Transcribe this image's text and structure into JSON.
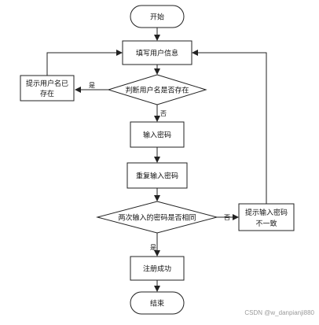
{
  "flowchart": {
    "start": "开始",
    "fill_info": "填写用户信息",
    "check_exists": "判断用户名是否存在",
    "exists_hint_line1": "提示用户名已",
    "exists_hint_line2": "存在",
    "enter_pwd": "输入密码",
    "repeat_pwd": "重复输入密码",
    "compare_pwd": "两次输入的密码是否相同",
    "mismatch_hint_line1": "提示输入密码",
    "mismatch_hint_line2": "不一致",
    "success": "注册成功",
    "end": "结束",
    "yes_label": "是",
    "no_label": "否"
  },
  "watermark": "CSDN @w_danpianji880"
}
